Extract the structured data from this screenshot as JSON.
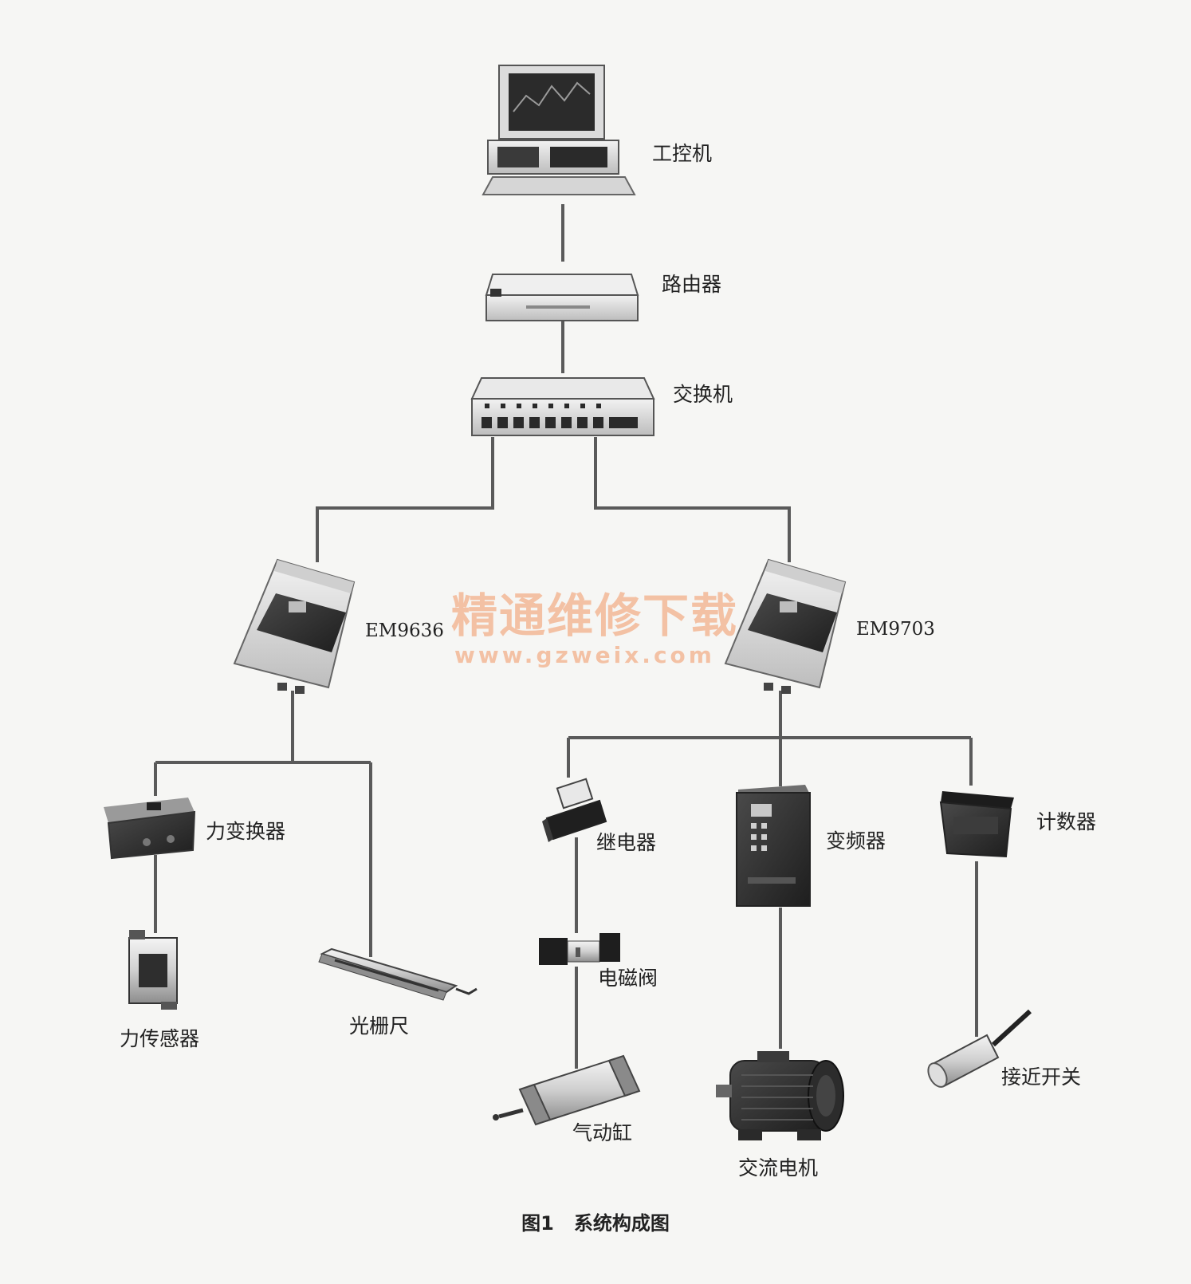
{
  "labels": {
    "ipc": "工控机",
    "router": "路由器",
    "switch": "交换机",
    "em9636": "EM9636",
    "em9703": "EM9703",
    "force_transducer": "力变换器",
    "force_sensor": "力传感器",
    "grating_ruler": "光栅尺",
    "relay": "继电器",
    "solenoid_valve": "电磁阀",
    "pneumatic_cylinder": "气动缸",
    "inverter": "变频器",
    "ac_motor": "交流电机",
    "counter": "计数器",
    "proximity_switch": "接近开关"
  },
  "watermark": {
    "main": "精通维修下载",
    "url": "www.gzweix.com"
  },
  "caption": "图1   系统构成图",
  "colors": {
    "background": "#f6f6f4",
    "line": "#5a5a5a",
    "device_dark": "#2e2e2e",
    "device_light": "#e4e4e4",
    "watermark": "#f3b08a"
  }
}
